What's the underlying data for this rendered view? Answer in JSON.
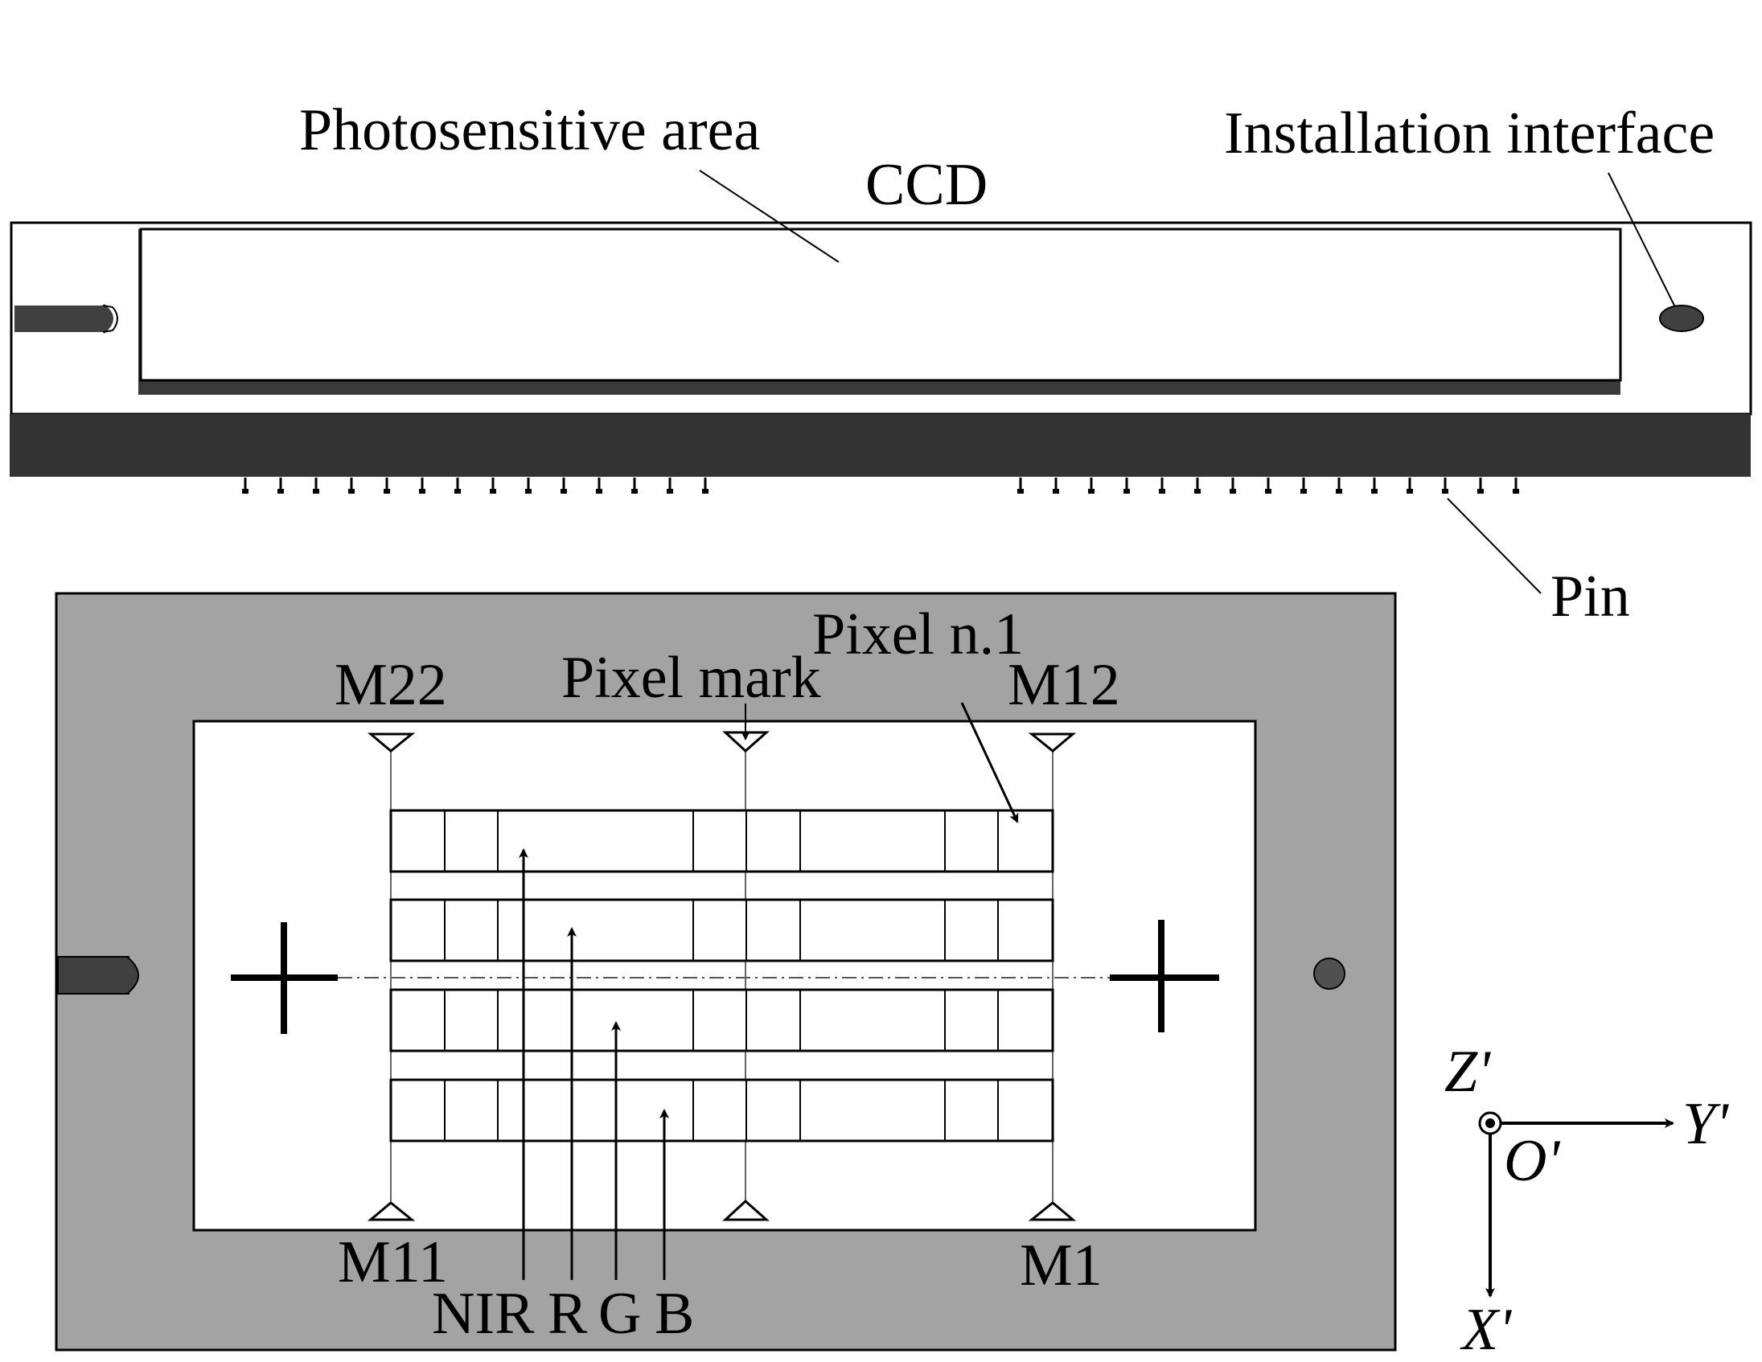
{
  "side_view": {
    "label_photosensitive_area": "Photosensitive area",
    "label_ccd": "CCD",
    "label_installation_interface": "Installation interface",
    "label_pin": "Pin",
    "pin_count_left": 14,
    "pin_count_right": 15
  },
  "top_view": {
    "label_pixel_n1": "Pixel n.1",
    "label_pixel_mark": "Pixel mark",
    "marks": {
      "m22": "M22",
      "m12": "M12",
      "m11": "M11",
      "m1": "M1"
    },
    "band_labels": [
      "NIR",
      "R",
      "G",
      "B"
    ],
    "line_array_count": 4
  },
  "axes": {
    "z": "Z'",
    "y": "Y'",
    "origin": "O'",
    "x": "X'"
  },
  "colors": {
    "ink": "#000000",
    "dark_body": "#333333",
    "package_gray": "#a3a3a3",
    "white": "#ffffff",
    "pin_body": "#404040"
  }
}
